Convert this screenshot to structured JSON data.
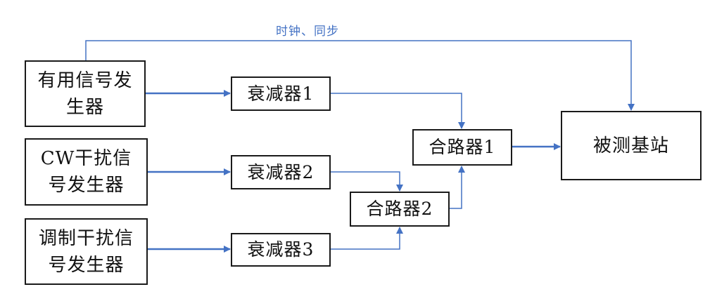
{
  "colors": {
    "arrow": "#4472C4",
    "border": "#1a1a1a",
    "text": "#111111"
  },
  "nodes": {
    "useful_signal_generator": "有用信号发生器",
    "cw_interference_generator": "CW干扰信号发生器",
    "modulated_interference_generator": "调制干扰信号发生器",
    "attenuator_1": "衰减器1",
    "attenuator_2": "衰减器2",
    "attenuator_3": "衰减器3",
    "combiner_1": "合路器1",
    "combiner_2": "合路器2",
    "base_station_under_test": "被测基站"
  },
  "edge_labels": {
    "clock_sync": "时钟、同步"
  }
}
